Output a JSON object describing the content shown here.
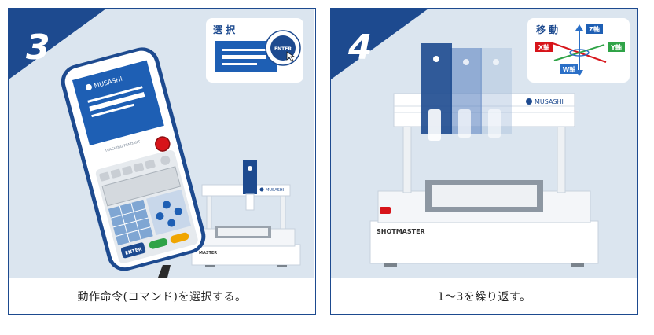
{
  "colors": {
    "background": "#dbe5ef",
    "corner": "#1d4a8f",
    "accent_red": "#d7141a",
    "accent_green": "#2fa347",
    "accent_blue": "#2a6fc7",
    "panel_border": "#1d4a8f"
  },
  "step3": {
    "number": "3",
    "callout_title": "選 択",
    "enter_label": "ENTER",
    "pendant_brand": "MUSASHI",
    "pendant_subtitle": "TEACHING PENDANT",
    "pendant_enter": "ENTER",
    "robot_brand": "MUSASHI",
    "robot_model": "MASTER",
    "caption": "動作命令(コマンド)を選択する。"
  },
  "step4": {
    "number": "4",
    "callout_title": "移 動",
    "axis_z": "Z軸",
    "axis_x": "X軸",
    "axis_y": "Y軸",
    "axis_w": "W軸",
    "robot_brand": "MUSASHI",
    "robot_model": "SHOTMASTER",
    "caption": "1〜3を繰り返す。"
  },
  "icons": [
    "cursor-icon",
    "axis-arrows-icon",
    "musashi-logo-icon",
    "emergency-stop-icon"
  ]
}
